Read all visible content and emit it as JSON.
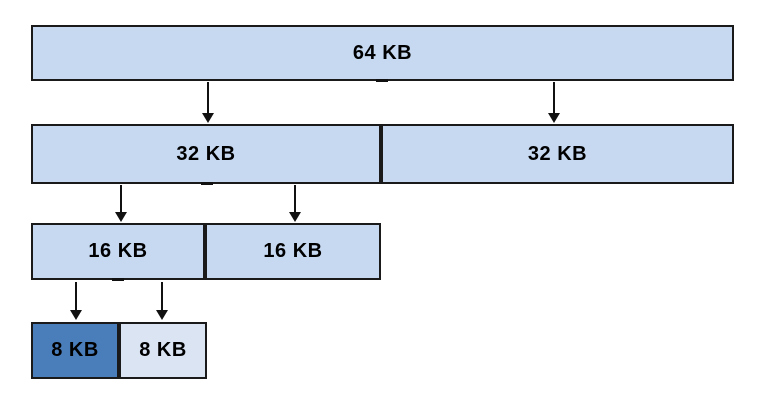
{
  "diagram": {
    "type": "buddy-memory-allocation-tree",
    "background": "#ffffff",
    "colors": {
      "fill": "#c6d9f1",
      "fill_light": "#dae4f3",
      "fill_selected": "#4a7ebb",
      "border": "#1a1a1a",
      "arrow": "#111111"
    },
    "levels": [
      {
        "blocks": [
          {
            "label": "64 KB",
            "variant": "default"
          }
        ]
      },
      {
        "blocks": [
          {
            "label": "32 KB",
            "variant": "default"
          },
          {
            "label": "32 KB",
            "variant": "default"
          }
        ]
      },
      {
        "blocks": [
          {
            "label": "16 KB",
            "variant": "default"
          },
          {
            "label": "16 KB",
            "variant": "default"
          }
        ]
      },
      {
        "blocks": [
          {
            "label": "8 KB",
            "variant": "selected"
          },
          {
            "label": "8 KB",
            "variant": "light"
          }
        ]
      }
    ]
  }
}
